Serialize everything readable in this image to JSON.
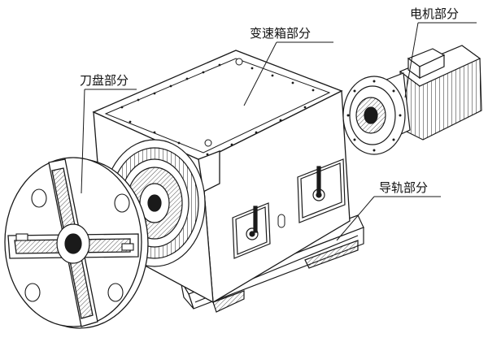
{
  "labels": {
    "gearbox": "变速箱部分",
    "motor": "电机部分",
    "cutterhead": "刀盘部分",
    "guide_rail": "导轨部分"
  },
  "colors": {
    "line": "#1a1a1a",
    "background": "#ffffff",
    "shade": "#9a9a9a"
  }
}
